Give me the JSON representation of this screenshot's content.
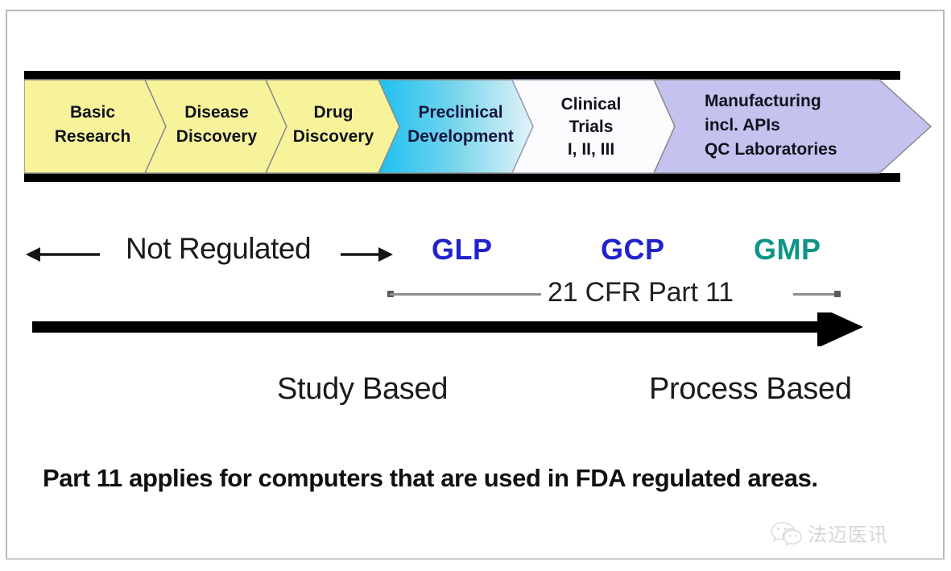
{
  "figure": {
    "title": "Drug development lifecycle and FDA regulation scope",
    "background_color": "#ffffff",
    "frame_color": "#b9b9b9"
  },
  "pipeline": {
    "name": "drug-development-pipeline-arrow",
    "segments": [
      {
        "id": "basic-research",
        "lines": [
          "Basic",
          "Research"
        ],
        "fill": "#f7f39a",
        "text_color": "#12121c",
        "align": "center"
      },
      {
        "id": "disease-discovery",
        "lines": [
          "Disease",
          "Discovery"
        ],
        "fill": "#f7f39a",
        "text_color": "#12121c",
        "align": "center"
      },
      {
        "id": "drug-discovery",
        "lines": [
          "Drug",
          "Discovery"
        ],
        "fill": "#f7f39a",
        "text_color": "#12121c",
        "align": "center"
      },
      {
        "id": "preclinical-development",
        "lines": [
          "Preclinical",
          "Development"
        ],
        "fill": "#29c5f0",
        "fill_end": "#dff2f8",
        "text_color": "#15153d",
        "align": "center"
      },
      {
        "id": "clinical-trials",
        "lines": [
          "Clinical",
          "Trials",
          "I, II, III"
        ],
        "fill": "#fcfcff",
        "text_color": "#12121c",
        "align": "center"
      },
      {
        "id": "manufacturing",
        "lines": [
          "Manufacturing",
          "incl. APIs",
          "QC Laboratories"
        ],
        "fill": "#c4c2ee",
        "text_color": "#12121c",
        "align": "left"
      }
    ]
  },
  "regulation_row": {
    "not_regulated_label": "Not Regulated",
    "not_regulated_arrow": "double-headed-arrow",
    "glp": {
      "label": "GLP",
      "color": "#2222cc"
    },
    "gcp": {
      "label": "GCP",
      "color": "#2222cc"
    },
    "gmp": {
      "label": "GMP",
      "color": "#0e9488"
    }
  },
  "cfr_row": {
    "label": "21 CFR Part 11",
    "line_color": "#8d8d8d",
    "endpoint_marker": "dot"
  },
  "timeline": {
    "arrow_name": "timeline-right-arrow",
    "color": "#000000"
  },
  "basis_row": {
    "study_based": "Study Based",
    "process_based": "Process Based"
  },
  "note": {
    "text": "Part 11 applies for computers that are used in FDA regulated areas."
  },
  "watermark": {
    "icon": "wechat-logo",
    "text": "法迈医讯",
    "color": "#b6b6b6"
  }
}
